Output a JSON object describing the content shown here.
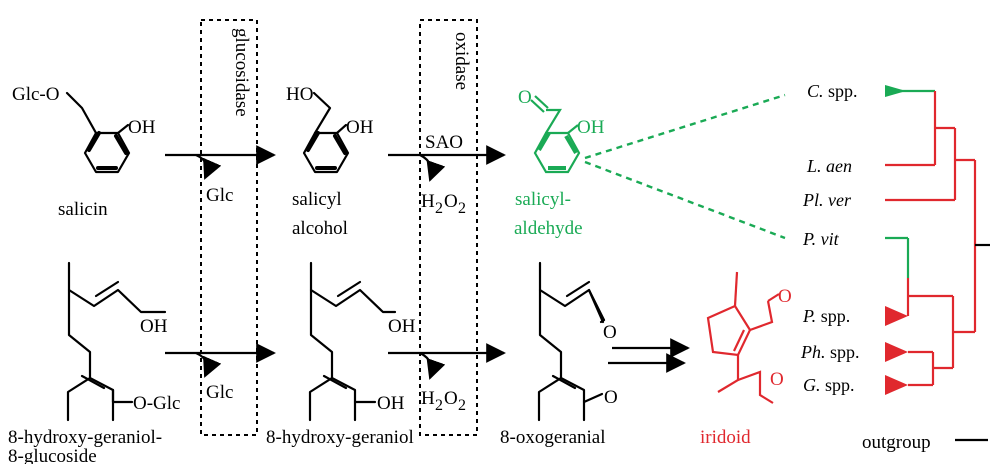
{
  "colors": {
    "black": "#000000",
    "green": "#1aaa55",
    "red": "#e0282e"
  },
  "enzymes": {
    "glucosidase": "glucosidase",
    "oxidase": "oxidase"
  },
  "compounds": {
    "salicin": "salicin",
    "salicyl_alcohol_1": "salicyl",
    "salicyl_alcohol_2": "alcohol",
    "salicylaldehyde_1": "salicyl-",
    "salicylaldehyde_2": "aldehyde",
    "hydroxy_geraniol_glucoside_1": "8-hydroxy-geraniol-",
    "hydroxy_geraniol_glucoside_2": "8-glucoside",
    "hydroxy_geraniol": "8-hydroxy-geraniol",
    "oxogeranial": "8-oxogeranial",
    "iridoid": "iridoid"
  },
  "atoms": {
    "glc_o": "Glc-O",
    "oh": "OH",
    "ho": "HO",
    "o_glc": "O-Glc",
    "o": "O",
    "glc": "Glc",
    "sao": "SAO",
    "h2o2_h": "H",
    "h2o2_2": "2",
    "h2o2_o": "O",
    "h2o2_2b": "2"
  },
  "tree": {
    "taxa": [
      {
        "genus": "C.",
        "rest": "spp.",
        "color": "green"
      },
      {
        "genus": "L. aen",
        "rest": "",
        "color": "red"
      },
      {
        "genus": "Pl. ver",
        "rest": "",
        "color": "red"
      },
      {
        "genus": "P. vit",
        "rest": "",
        "color": "green"
      },
      {
        "genus": "P.",
        "rest": "spp.",
        "color": "red"
      },
      {
        "genus": "Ph.",
        "rest": "spp.",
        "color": "red"
      },
      {
        "genus": "G.",
        "rest": "spp.",
        "color": "red"
      }
    ],
    "outgroup": "outgroup"
  }
}
